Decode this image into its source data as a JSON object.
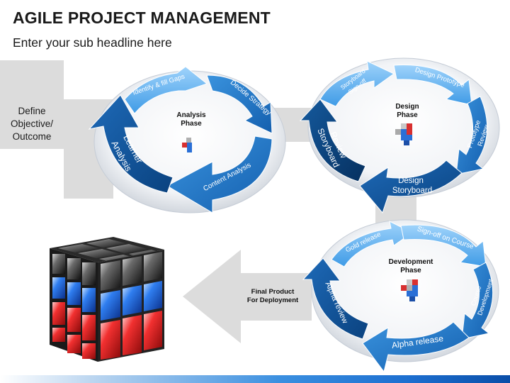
{
  "title": "AGILE PROJECT MANAGEMENT",
  "subtitle": "Enter your sub headline here",
  "define_label_lines": [
    "Define",
    "Objective/",
    "Outcome"
  ],
  "final_label_lines": [
    "Final Product",
    "For Deployment"
  ],
  "colors": {
    "light_arrow": "#5fb0ef",
    "mid_arrow": "#1e78c8",
    "dark_arrow": "#0d4f93",
    "navy_arrow": "#083a72",
    "gray_flow": "#dcdcdc"
  },
  "phases": {
    "analysis": {
      "title_lines": [
        "Analysis",
        "Phase"
      ],
      "arrows": {
        "top": "Identify & fill Gaps",
        "right": "Decide Strategy",
        "bottom": "Content Analysis",
        "left_lines": [
          "Learner",
          "Analysis"
        ]
      }
    },
    "design": {
      "title_lines": [
        "Design",
        "Phase"
      ],
      "arrows": {
        "top_left_lines": [
          "Storyboard",
          "Sign-off"
        ],
        "top_right": "Design Prototype",
        "right_lines": [
          "Prototype",
          "Review"
        ],
        "bottom_lines": [
          "Design",
          "Storyboard"
        ],
        "left_lines": [
          "Review",
          "Storyboard"
        ]
      }
    },
    "development": {
      "title_lines": [
        "Development",
        "Phase"
      ],
      "arrows": {
        "top_left": "Gold release",
        "top_right": "Sign-off on Course",
        "right_lines": [
          "Course",
          "Development"
        ],
        "bottom": "Alpha release",
        "left": "Alpha review"
      }
    }
  }
}
